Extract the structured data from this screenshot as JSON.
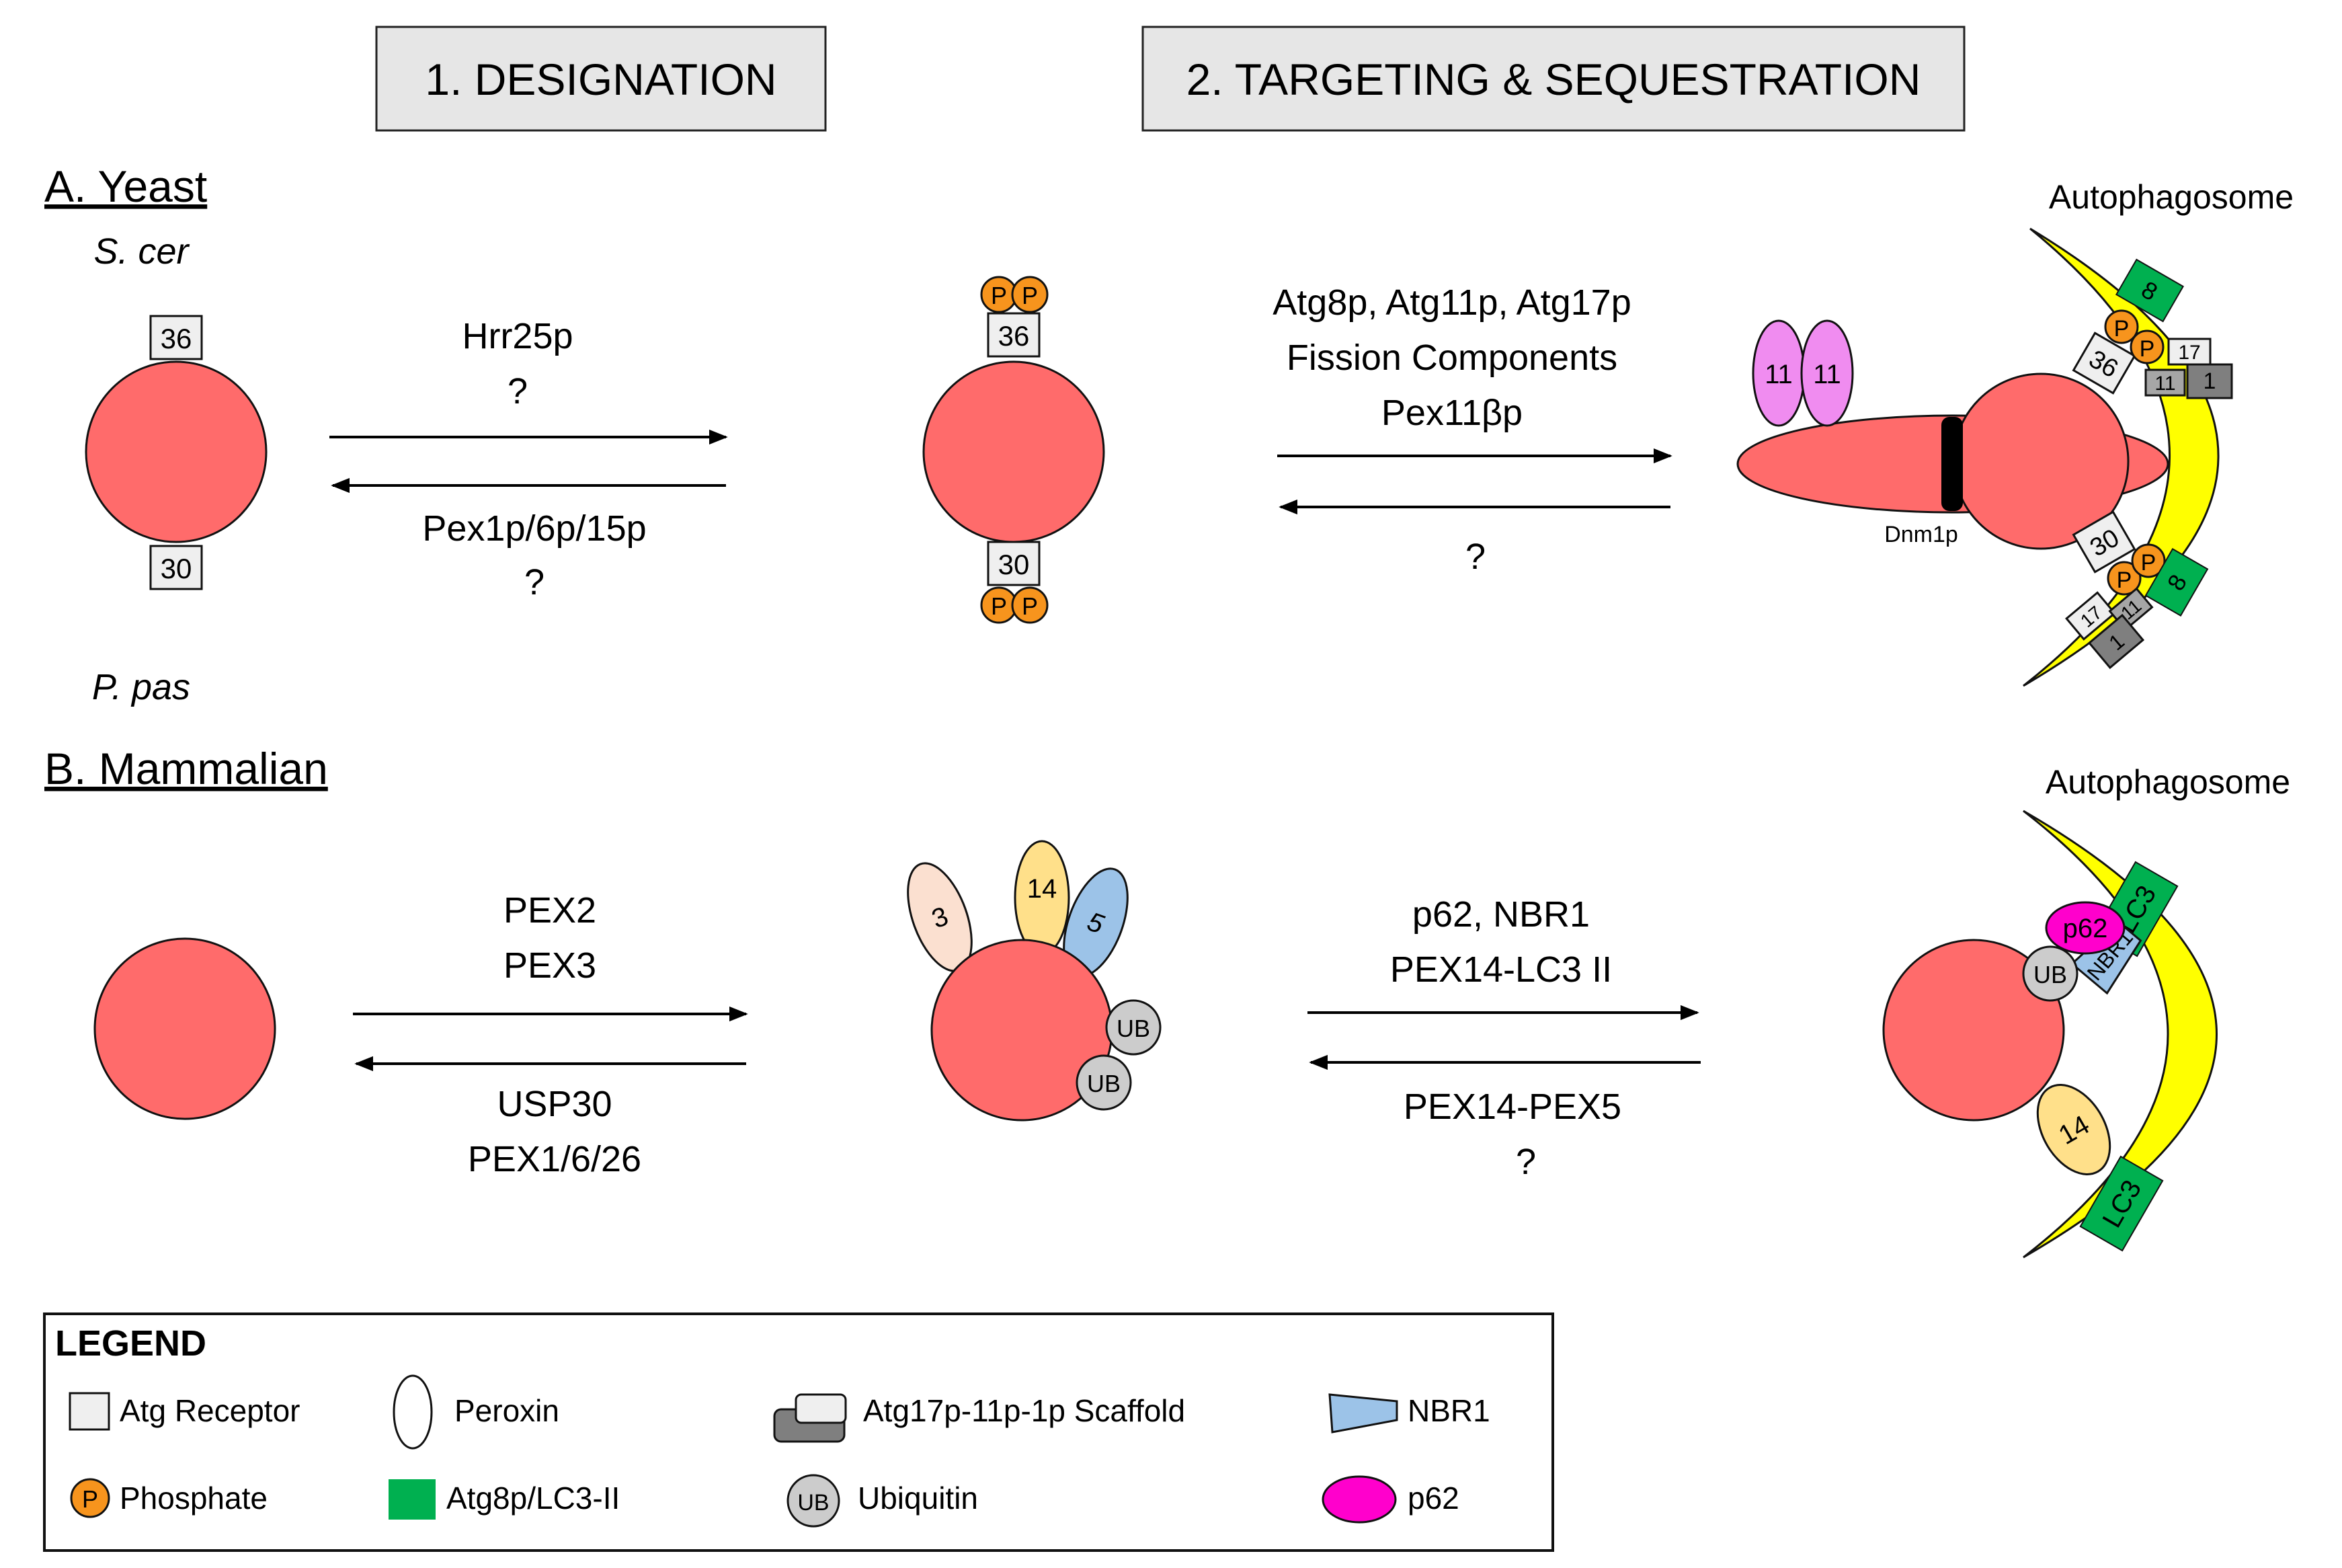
{
  "headers": {
    "designation": "1. DESIGNATION",
    "targeting": "2. TARGETING & SEQUESTRATION"
  },
  "sections": {
    "yeast": "A. Yeast",
    "mammalian": "B. Mammalian"
  },
  "species": {
    "scer": "S. cer",
    "ppas": "P. pas"
  },
  "yeast": {
    "receptor_top": "36",
    "receptor_bottom": "30",
    "phosphate": "P",
    "step1_forward": [
      "Hrr25p",
      "?"
    ],
    "step1_reverse": [
      "Pex1p/6p/15p",
      "?"
    ],
    "step2_forward": [
      "Atg8p, Atg11p, Atg17p",
      "Fission Components",
      "Pex11βp"
    ],
    "step2_reverse": [
      "?"
    ],
    "autophagosome": "Autophagosome",
    "pex11": "11",
    "dnm1p": "Dnm1p",
    "atg8": "8",
    "atg17": "17",
    "atg11": "11",
    "atg1": "1"
  },
  "mammalian": {
    "step1_forward": [
      "PEX2",
      "PEX3"
    ],
    "step1_reverse": [
      "USP30",
      "PEX1/6/26"
    ],
    "step2_forward": [
      "p62, NBR1",
      "PEX14-LC3 II"
    ],
    "step2_reverse": [
      "PEX14-PEX5",
      "?"
    ],
    "autophagosome": "Autophagosome",
    "pex3": "3",
    "pex14": "14",
    "pex5": "5",
    "ub": "UB",
    "p62": "p62",
    "nbr1": "NBR1",
    "lc3": "LC3"
  },
  "legend": {
    "title": "LEGEND",
    "items": {
      "atg_receptor": "Atg Receptor",
      "peroxin": "Peroxin",
      "scaffold": "Atg17p-11p-1p Scaffold",
      "nbr1": "NBR1",
      "phosphate": "Phosphate",
      "atg8_lc3": "Atg8p/LC3-II",
      "ubiquitin": "Ubiquitin",
      "p62": "p62"
    },
    "phosphate_glyph": "P",
    "ubiquitin_glyph": "UB"
  },
  "colors": {
    "peroxisome": "#ff6b6b",
    "phosphate": "#f7941d",
    "atg8_lc3": "#00b050",
    "autophagosome": "#ffff00",
    "pex11": "#f08cf0",
    "pex3": "#fbe0d0",
    "pex14": "#ffe08a",
    "pex5": "#9cc3e8",
    "ubiquitin": "#cccccc",
    "p62": "#ff00cc",
    "nbr1": "#9cc3e8",
    "receptor": "#efefef",
    "header_box": "#e6e6e6"
  }
}
